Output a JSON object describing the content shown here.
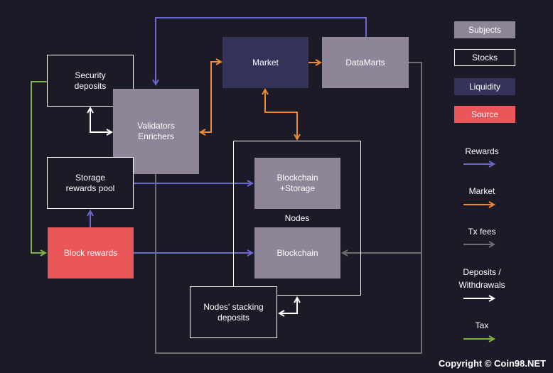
{
  "diagram": {
    "nodes": {
      "security_deposits": "Security\ndeposits",
      "validators": "Validators\nEnrichers",
      "market": "Market",
      "datamarts": "DataMarts",
      "storage_pool": "Storage\nrewards pool",
      "blockchain_storage": "Blockchain\n+Storage",
      "nodes_label": "Nodes",
      "blockchain": "Blockchain",
      "block_rewards": "Block rewards",
      "stacking": "Nodes' stacking\ndeposits"
    }
  },
  "legend": {
    "subjects": "Subjects",
    "stocks": "Stocks",
    "liquidity": "Liquidity",
    "source": "Source",
    "rewards": "Rewards",
    "market": "Market",
    "tx_fees": "Tx fees",
    "deposits": "Deposits /\nWithdrawals",
    "tax": "Tax"
  },
  "colors": {
    "rewards": "#6d68d0",
    "market": "#ee8a2e",
    "tx_fees": "#6e6e6e",
    "deposits": "#ffffff",
    "tax": "#7db244",
    "subject": "#8e8598",
    "liquidity": "#34345a",
    "source": "#e9575a"
  },
  "copyright": "Copyright © Coin98.NET"
}
